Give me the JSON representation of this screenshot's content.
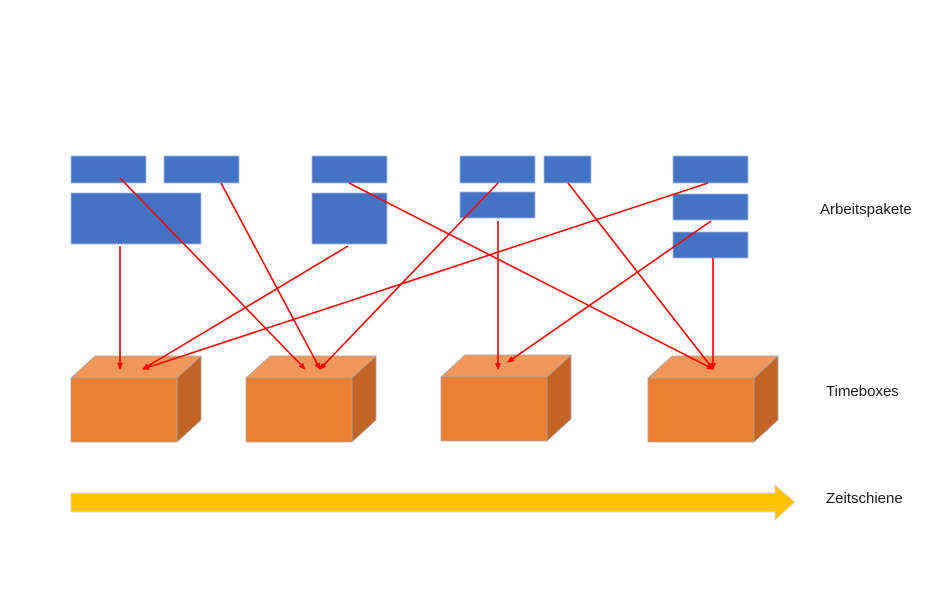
{
  "labels": {
    "work_packages": "Arbeitspakete",
    "timeboxes": "Timeboxes",
    "timeline": "Zeitschiene"
  },
  "colors": {
    "work_package_fill": "#4472C4",
    "work_package_stroke": "#A9B8D6",
    "timebox_front": "#ED7D31",
    "timebox_top": "#F0975B",
    "timebox_side": "#C36425",
    "timebox_stroke": "#A6A6A6",
    "arrow": "#FF0000",
    "timeline": "#FFC000"
  },
  "work_packages": [
    {
      "id": "wp1"
    },
    {
      "id": "wp2"
    },
    {
      "id": "wp3"
    },
    {
      "id": "wp4"
    },
    {
      "id": "wp5"
    },
    {
      "id": "wp6"
    },
    {
      "id": "wp7"
    },
    {
      "id": "wp8"
    },
    {
      "id": "wp9"
    },
    {
      "id": "wp10"
    },
    {
      "id": "wp11"
    }
  ],
  "timeboxes": [
    {
      "id": "tb1"
    },
    {
      "id": "tb2"
    },
    {
      "id": "tb3"
    },
    {
      "id": "tb4"
    }
  ],
  "assignments": [
    {
      "from": "wp1",
      "to": "tb2"
    },
    {
      "from": "wp2",
      "to": "tb2"
    },
    {
      "from": "wp3",
      "to": "tb1"
    },
    {
      "from": "wp4",
      "to": "tb4"
    },
    {
      "from": "wp5",
      "to": "tb1"
    },
    {
      "from": "wp6",
      "to": "tb2"
    },
    {
      "from": "wp7",
      "to": "tb3"
    },
    {
      "from": "wp8",
      "to": "tb4"
    },
    {
      "from": "wp9",
      "to": "tb1"
    },
    {
      "from": "wp10",
      "to": "tb3"
    },
    {
      "from": "wp11",
      "to": "tb4"
    }
  ]
}
